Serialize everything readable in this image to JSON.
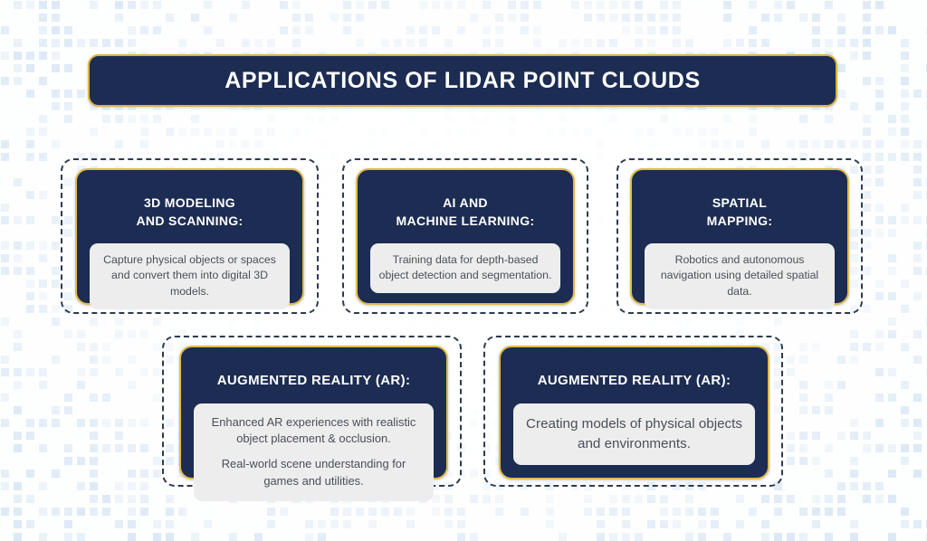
{
  "header": {
    "title": "APPLICATIONS OF LIDAR POINT CLOUDS"
  },
  "colors": {
    "navy": "#1c2c52",
    "gold": "#e0bb4a",
    "dashed_border": "#2d3b4e",
    "body_background": "#ededee",
    "body_text": "#4a4f57",
    "page_background": "#fdfefe",
    "pattern_square": "#dbe8f5"
  },
  "cards": [
    {
      "id": "card-3d-modeling",
      "title": "3D MODELING\nAND SCANNING:",
      "title_lines": [
        "3D MODELING",
        "AND SCANNING:"
      ],
      "paragraphs": [
        "Capture physical objects or spaces and convert them into digital 3D models."
      ]
    },
    {
      "id": "card-ai-ml",
      "title": "AI AND\nMACHINE LEARNING:",
      "title_lines": [
        "AI AND",
        "MACHINE LEARNING:"
      ],
      "paragraphs": [
        "Training data for depth-based object detection and segmentation."
      ]
    },
    {
      "id": "card-spatial-mapping",
      "title": "SPATIAL\nMAPPING:",
      "title_lines": [
        "SPATIAL",
        "MAPPING:"
      ],
      "paragraphs": [
        "Robotics and autonomous navigation using detailed spatial data."
      ]
    },
    {
      "id": "card-ar-experiences",
      "title": "AUGMENTED REALITY (AR):",
      "title_lines": [
        "AUGMENTED REALITY (AR):"
      ],
      "paragraphs": [
        "Enhanced AR experiences with realistic object placement & occlusion.",
        "Real-world scene understanding for games and utilities."
      ]
    },
    {
      "id": "card-ar-models",
      "title": "AUGMENTED REALITY (AR):",
      "title_lines": [
        "AUGMENTED REALITY (AR):"
      ],
      "paragraphs": [
        "Creating models of physical objects and environments."
      ]
    }
  ]
}
